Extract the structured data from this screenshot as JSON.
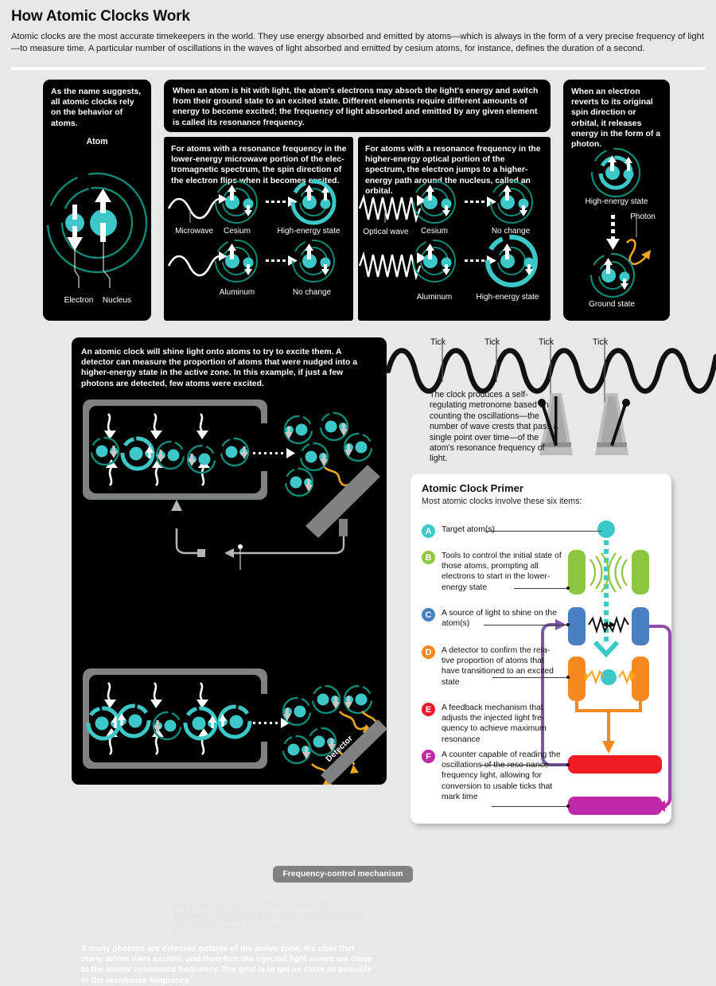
{
  "header": {
    "title": "How Atomic Clocks Work",
    "subtitle": "Atomic clocks are the most accurate timekeepers in the world. They use energy absorbed and emitted by atoms—which is always in the form of a very precise frequency of light—to measure time. A particular number of oscillations in the waves of light absorbed and emitted by cesium atoms, for instance, defines the duration of a second."
  },
  "panel_atom": {
    "text": "As the name suggests, all atomic clocks rely on the behavior of atoms.",
    "heading": "Atom",
    "label_electron": "Electron",
    "label_nucleus": "Nucleus"
  },
  "panel_headline": {
    "text": "When an atom is hit with light, the atom's electrons may absorb the light's energy and switch from their ground state to an excited state. Different elements require different amounts of energy to become excited; the frequency of light absorbed and emitted by any given element is called its resonance frequency."
  },
  "panel_microwave": {
    "text": "For atoms with a resonance frequency in the lower-energy microwave portion of the elec-tromagnetic spectrum, the spin direction of the electron flips when it becomes excited.",
    "wave_label": "Microwave",
    "row1": {
      "element": "Cesium",
      "result": "High-energy state"
    },
    "row2": {
      "element": "Aluminum",
      "result": "No change"
    }
  },
  "panel_optical": {
    "text": "For atoms with a resonance frequency in the higher-energy optical portion of the spectrum, the electron jumps to a higher-energy path around the nucleus, called an orbital.",
    "wave_label": "Optical wave",
    "row1": {
      "element": "Cesium",
      "result": "No change"
    },
    "row2": {
      "element": "Aluminum",
      "result": "High-energy state"
    }
  },
  "panel_photon": {
    "text": "When an electron reverts to its original spin direction or orbital, it releases energy in the form of a photon.",
    "label_high": "High-energy state",
    "label_photon": "Photon",
    "label_ground": "Ground state"
  },
  "panel_main": {
    "text_top": "An atomic clock will shine light onto atoms to try to excite them. A detector can measure the proportion of atoms that were nudged into a higher-energy state in the active zone. In this example, if just a few photons are detected, few atoms were excited.",
    "detector_label": "Detector",
    "frequency_control_label": "Frequency-control mechanism",
    "text_mid": "The clock then adjusts the frequency of light being injected into the active zone in an effort to excite the greatest number of atoms possible.",
    "text_bottom": "If many photons are detected outside of the active zone, it's clear that many atoms were excited, and therefore the injected light waves are close to the atoms' resonance frequency. The goal is to get as close as possible to the resonance frequency."
  },
  "wave_section": {
    "ticks": [
      "Tick",
      "Tick",
      "Tick",
      "Tick"
    ],
    "text": "The clock produces a self-regulating metronome based on counting the oscillations—the number of wave crests that pass a single point over time—of the atom's resonance frequency of light."
  },
  "primer": {
    "title": "Atomic Clock Primer",
    "subtitle": "Most atomic clocks involve these six items:",
    "items": [
      {
        "letter": "A",
        "color": "#3cc8c8",
        "text": "Target atom(s)"
      },
      {
        "letter": "B",
        "color": "#8dc63f",
        "text": "Tools to control the initial state of those atoms, prompting all electrons to start in the lower-energy state"
      },
      {
        "letter": "C",
        "color": "#4a7fc1",
        "text": "A source of light to shine on the atom(s)"
      },
      {
        "letter": "D",
        "color": "#f5891f",
        "text": "A detector to confirm the rela-tive proportion of atoms that have transitioned to an excited state"
      },
      {
        "letter": "E",
        "color": "#e8192c",
        "text": "A feedback mechanism that adjusts the injected light fre-quency to achieve maximum resonance"
      },
      {
        "letter": "F",
        "color": "#bf28a6",
        "text": "A counter capable of reading the oscillations of the reso-nance frequency light, allowing for conversion to usable ticks that mark time"
      }
    ]
  },
  "colors": {
    "teal": "#3cc8c8",
    "dark_teal": "#0e8a78",
    "orange": "#f0a81e",
    "gray": "#808183",
    "background": "#e7e8e8",
    "panel_black": "#000000"
  }
}
